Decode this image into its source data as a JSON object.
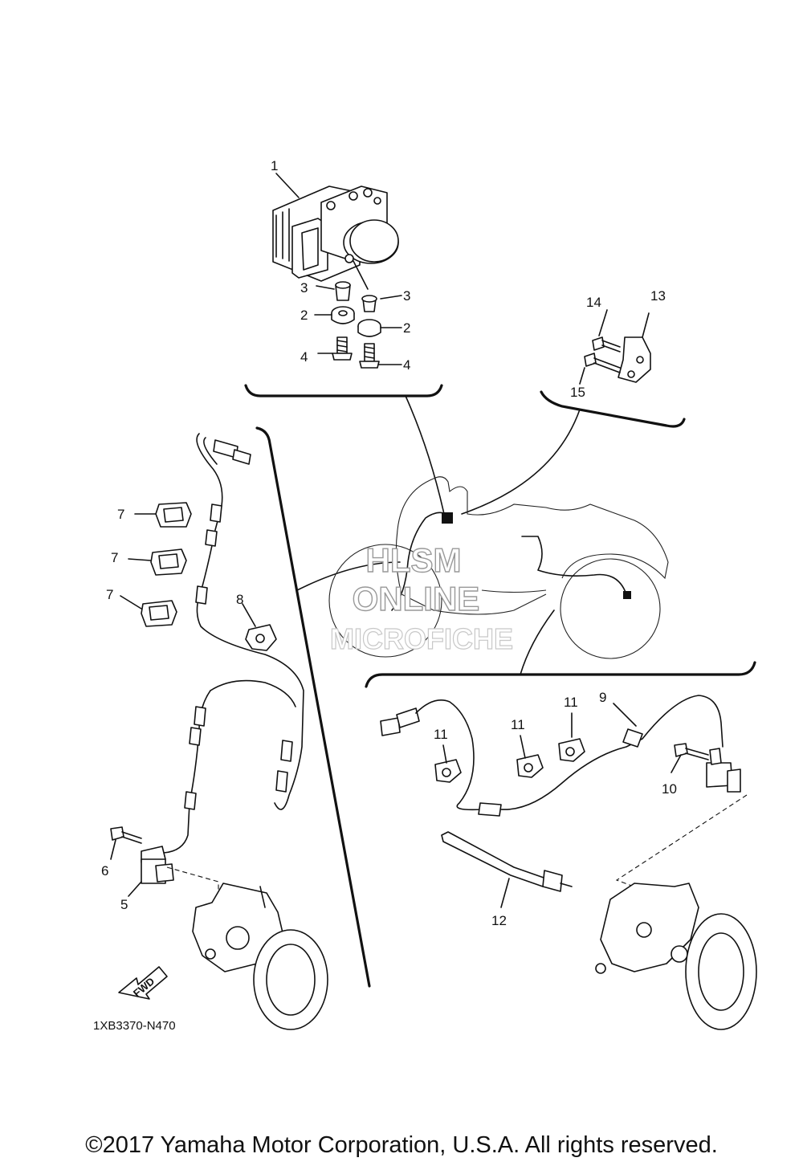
{
  "diagram": {
    "callouts": {
      "c1": "1",
      "c2a": "2",
      "c2b": "2",
      "c3a": "3",
      "c3b": "3",
      "c4a": "4",
      "c4b": "4",
      "c5": "5",
      "c6": "6",
      "c7a": "7",
      "c7b": "7",
      "c7c": "7",
      "c8": "8",
      "c9": "9",
      "c10": "10",
      "c11a": "11",
      "c11b": "11",
      "c11c": "11",
      "c12": "12",
      "c13": "13",
      "c14": "14",
      "c15": "15"
    },
    "diagram_code": "1XB3370-N470",
    "fwd_label": "FWD",
    "watermark": {
      "line1": "HLSM",
      "line2": "ONLINE",
      "line3": "MICROFICHE"
    }
  },
  "footer": {
    "copyright": "©2017 Yamaha Motor Corporation, U.S.A. All rights reserved."
  }
}
